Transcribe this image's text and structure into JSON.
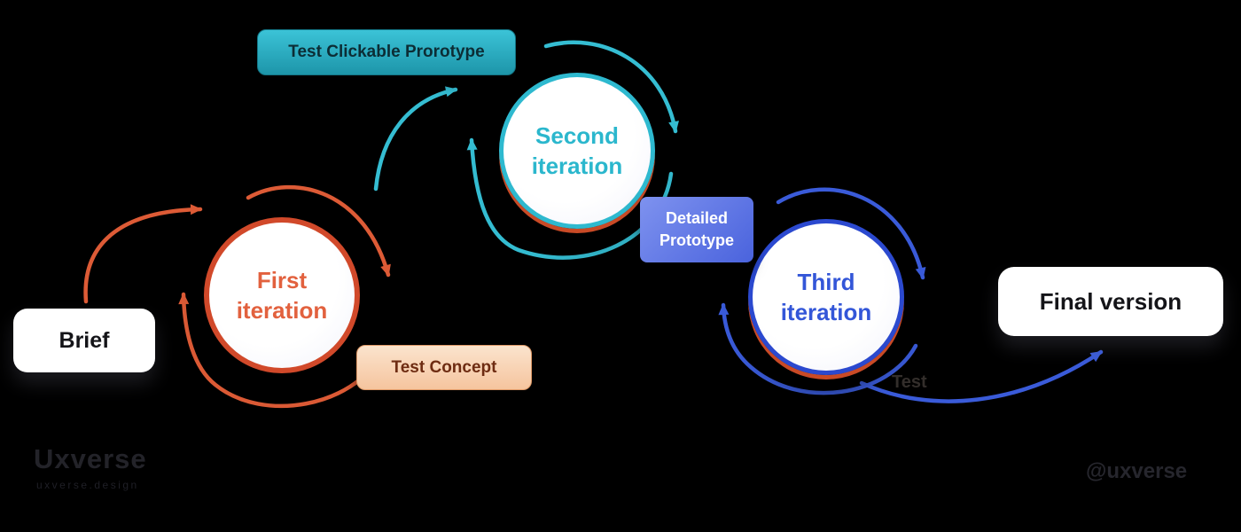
{
  "nodes": {
    "brief": {
      "label": "Brief"
    },
    "first_iteration": {
      "line1": "First",
      "line2": "iteration"
    },
    "test_concept": {
      "label": "Test Concept"
    },
    "test_clickable_prototype": {
      "label": "Test Clickable Prorotype"
    },
    "second_iteration": {
      "line1": "Second",
      "line2": "iteration"
    },
    "detailed_prototype": {
      "line1": "Detailed",
      "line2": "Prototype"
    },
    "third_iteration": {
      "line1": "Third",
      "line2": "iteration"
    },
    "test_note": {
      "label": "Test"
    },
    "final_version": {
      "label": "Final version"
    }
  },
  "watermarks": {
    "logo": "Uxverse",
    "tagline": "uxverse.design",
    "handle": "@uxverse"
  },
  "colors": {
    "background": "#000000",
    "orange_accent": "#dd5b36",
    "cyan_accent": "#35bdd2",
    "blue_accent": "#3a5bd9",
    "circle_fill": "#f6f6fb",
    "first_border": "#d1492a",
    "second_border": "#2eb9cf",
    "third_border": "#2b49cf",
    "red_crescent": "#c94a26"
  }
}
